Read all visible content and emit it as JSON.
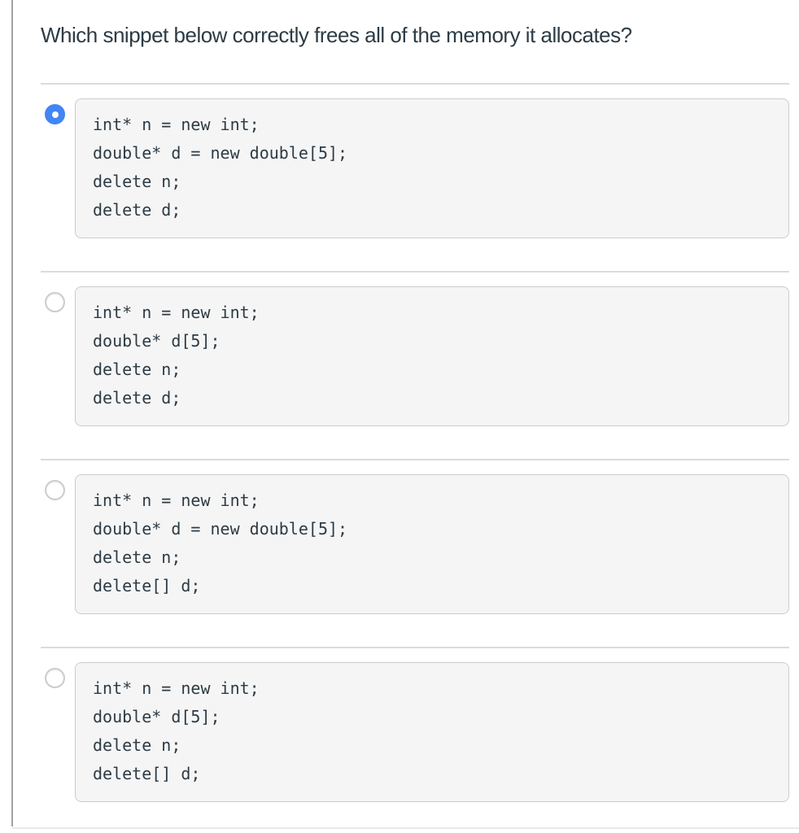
{
  "question": "Which snippet below correctly frees all of the memory it allocates?",
  "answers": [
    {
      "selected": true,
      "code": "int* n = new int;\ndouble* d = new double[5];\ndelete n;\ndelete d;"
    },
    {
      "selected": false,
      "code": "int* n = new int;\ndouble* d[5];\ndelete n;\ndelete d;"
    },
    {
      "selected": false,
      "code": "int* n = new int;\ndouble* d = new double[5];\ndelete n;\ndelete[] d;"
    },
    {
      "selected": false,
      "code": "int* n = new int;\ndouble* d[5];\ndelete n;\ndelete[] d;"
    }
  ],
  "colors": {
    "selected_radio_blue": "#4285f4",
    "code_box_background": "#f5f5f5",
    "code_box_border": "#c7cdd1",
    "text": "#2d3b45",
    "divider": "#d9dbdd"
  }
}
